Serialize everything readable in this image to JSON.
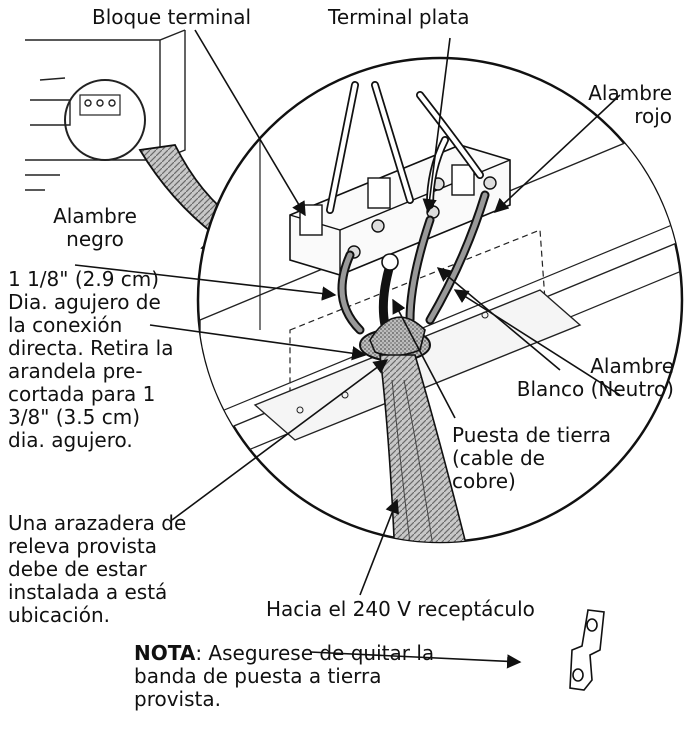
{
  "labels": {
    "terminal_block": "Bloque terminal",
    "silver_terminal": "Terminal plata",
    "red_wire_l1": "Alambre",
    "red_wire_l2": "rojo",
    "black_wire_l1": "Alambre",
    "black_wire_l2": "negro",
    "hole_l1": "1 1/8\" (2.9 cm)",
    "hole_l2": "Dia. agujero de",
    "hole_l3": "la conexión",
    "hole_l4": "directa. Retira la",
    "hole_l5": "arandela pre-",
    "hole_l6": "cortada para 1",
    "hole_l7": "3/8\" (3.5 cm)",
    "hole_l8": "dia. agujero.",
    "white_wire_l1": "Alambre",
    "white_wire_l2": "Blanco (Neutro)",
    "ground_l1": "Puesta de tierra",
    "ground_l2": "(cable de",
    "ground_l3": "cobre)",
    "clamp_l1": "Una arazadera de",
    "clamp_l2": "releva provista",
    "clamp_l3": "debe de estar",
    "clamp_l4": "instalada a está",
    "clamp_l5": "ubicación.",
    "receptacle": "Hacia el 240 V receptáculo",
    "note_bold": "NOTA",
    "note_l1": ": Asegurese de quitar la",
    "note_l2": "banda de puesta a tierra",
    "note_l3": "provista."
  },
  "colors": {
    "line": "#111111",
    "cable_gray": "#9a9a9a",
    "background": "#ffffff"
  }
}
